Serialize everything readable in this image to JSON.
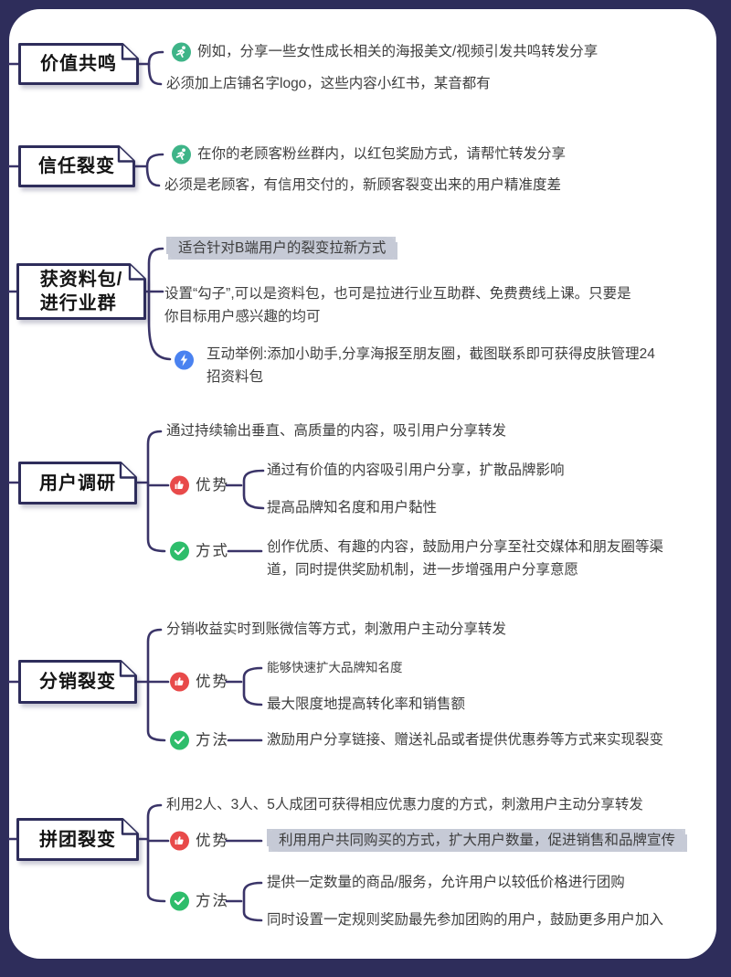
{
  "frame": {
    "border_color": "#2e2d5b",
    "canvas_color": "#ffffff",
    "line_color": "#3a3468",
    "highlight_color": "#c6cad6"
  },
  "icon_colors": {
    "running_person": "#3eb488",
    "lightning": "#4a82f0",
    "thumbs_up": "#e84a4a",
    "check": "#2ebd6b"
  },
  "sections": [
    {
      "title": "价值共鸣",
      "branches": [
        {
          "icon": "running-person",
          "text": "例如，分享一些女性成长相关的海报美文/视频引发共鸣转发分享"
        },
        {
          "text": "必须加上店铺名字logo，这些内容小红书，某音都有"
        }
      ]
    },
    {
      "title": "信任裂变",
      "branches": [
        {
          "icon": "running-person",
          "text": "在你的老顾客粉丝群内，以红包奖励方式，请帮忙转发分享"
        },
        {
          "text": "必须是老顾客，有信用交付的，新顾客裂变出来的用户精准度差"
        }
      ]
    },
    {
      "title": "获资料包/\n进行业群",
      "branches": [
        {
          "text": "适合针对B端用户的裂变拉新方式",
          "highlighted": true
        },
        {
          "text": "设置“勾子”,可以是资料包，也可是拉进行业互助群、免费费线上课。只要是\n你目标用户感兴趣的均可"
        },
        {
          "icon": "lightning",
          "text": "互动举例:添加小助手,分享海报至朋友圈，截图联系即可获得皮肤管理24\n招资料包"
        }
      ]
    },
    {
      "title": "用户调研",
      "branches": [
        {
          "text": "通过持续输出垂直、高质量的内容，吸引用户分享转发"
        },
        {
          "icon": "thumbs-up",
          "label": "优势",
          "children": [
            {
              "text": "通过有价值的内容吸引用户分享，扩散品牌影响"
            },
            {
              "text": "提高品牌知名度和用户黏性"
            }
          ]
        },
        {
          "icon": "check",
          "label": "方式",
          "text": "创作优质、有趣的内容，鼓励用户分享至社交媒体和朋友圈等渠\n道，同时提供奖励机制，进一步增强用户分享意愿"
        }
      ]
    },
    {
      "title": "分销裂变",
      "branches": [
        {
          "text": "分销收益实时到账微信等方式，刺激用户主动分享转发"
        },
        {
          "icon": "thumbs-up",
          "label": "优势",
          "children": [
            {
              "text": "能够快速扩大品牌知名度"
            },
            {
              "text": "最大限度地提高转化率和销售额"
            }
          ]
        },
        {
          "icon": "check",
          "label": "方法",
          "text": "激励用户分享链接、赠送礼品或者提供优惠券等方式来实现裂变"
        }
      ]
    },
    {
      "title": "拼团裂变",
      "branches": [
        {
          "text": "利用2人、3人、5人成团可获得相应优惠力度的方式，刺激用户主动分享转发"
        },
        {
          "icon": "thumbs-up",
          "label": "优势",
          "text": "利用用户共同购买的方式，扩大用户数量，促进销售和品牌宣传",
          "highlighted": true
        },
        {
          "icon": "check",
          "label": "方法",
          "children": [
            {
              "text": "提供一定数量的商品/服务，允许用户以较低价格进行团购"
            },
            {
              "text": "同时设置一定规则奖励最先参加团购的用户，鼓励更多用户加入"
            }
          ]
        }
      ]
    }
  ]
}
